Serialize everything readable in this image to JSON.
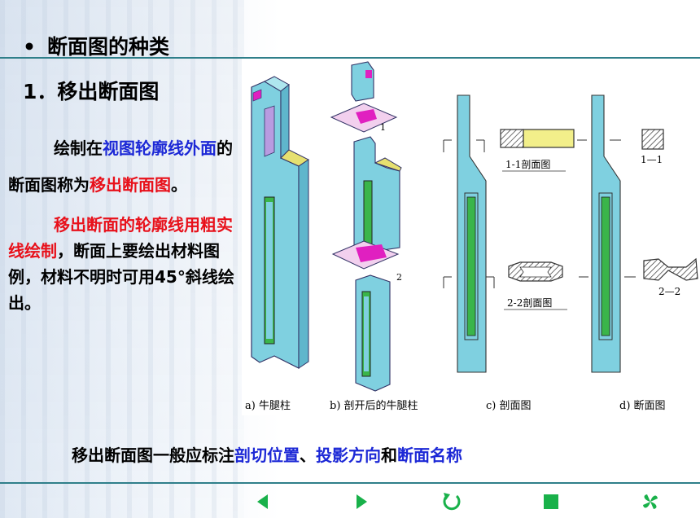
{
  "heading": {
    "bullet": "•",
    "title": "断面图的种类"
  },
  "subheading": "1．移出断面图",
  "paragraph1": {
    "s1": "绘制在",
    "s2": "视图轮廓线外面",
    "s3": "的断面图称为",
    "s4": "移出断面图",
    "s5": "。"
  },
  "paragraph2": {
    "s1": "移出断面的轮廓线用粗实线绘制",
    "s2": "，断面上要绘出材料图例，材料不明时可用45°斜线绘出。"
  },
  "figure": {
    "labels": {
      "a": "a) 牛腿柱",
      "b": "b) 剖开后的牛腿柱",
      "c": "c) 剖面图",
      "d": "d) 断面图",
      "sec11": "1-1剖面图",
      "sec22": "2-2剖面图",
      "d11": "1—1",
      "d22": "2—2",
      "n1": "1",
      "n2": "2"
    }
  },
  "caption": {
    "s1": "移出断面图一般应标注",
    "s2": "剖切位置",
    "s3": "、",
    "s4": "投影方向",
    "s5": "和",
    "s6": "断面名称"
  },
  "nav": [
    {
      "icon": "prev-arrow-icon"
    },
    {
      "icon": "next-arrow-icon"
    },
    {
      "icon": "return-icon"
    },
    {
      "icon": "stop-square-icon"
    },
    {
      "icon": "pinwheel-icon"
    }
  ],
  "colors": {
    "rule": "#2f7f8a",
    "blue": "#1c28d6",
    "red": "#e8101a",
    "model": "#7fd0e0",
    "hatch": "#e6e070",
    "green": "#3ab54a",
    "magenta": "#e020c0",
    "navGreen": "#19b14a"
  }
}
